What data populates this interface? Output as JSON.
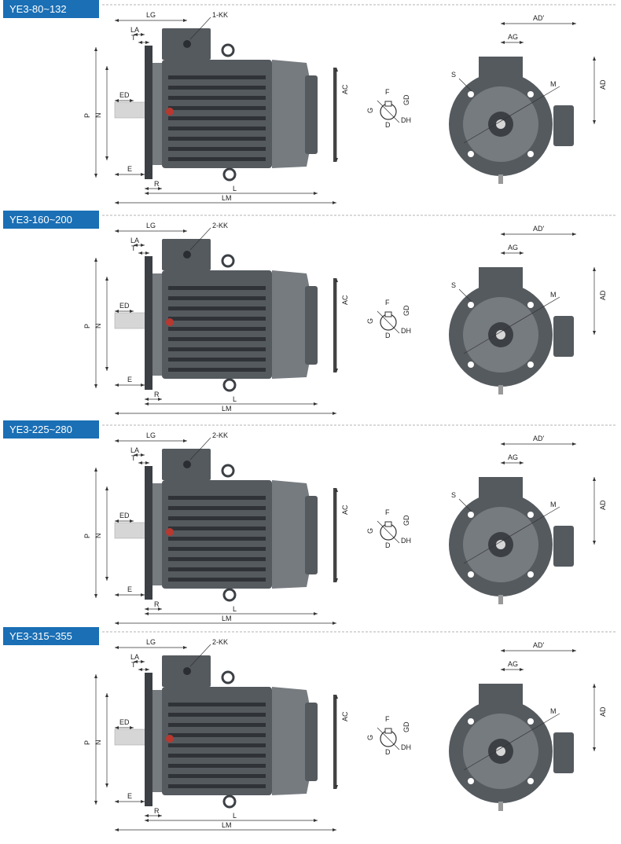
{
  "colors": {
    "header_bg": "#1a6fb5",
    "header_text": "#ffffff",
    "motor_body": "#555a5f",
    "motor_dark": "#3c4045",
    "motor_light": "#767b80",
    "shaft": "#d6d6d6",
    "dim_line": "#333333"
  },
  "sections": [
    {
      "title": "YE3-80~132",
      "kk_label": "1-KK",
      "side_labels": {
        "LG": "LG",
        "LA": "LA",
        "T": "T",
        "P": "P",
        "N": "N",
        "ED": "ED",
        "E": "E",
        "R": "R",
        "L": "L",
        "LM": "LM",
        "AC": "AC"
      },
      "shaft_labels": {
        "F": "F",
        "G": "G",
        "GD": "GD",
        "D": "D",
        "DH": "DH"
      },
      "front_labels": {
        "AD_prime": "AD'",
        "AG": "AG",
        "AD": "AD",
        "S": "S",
        "M": "M"
      }
    },
    {
      "title": "YE3-160~200",
      "kk_label": "2-KK",
      "side_labels": {
        "LG": "LG",
        "LA": "LA",
        "T": "T",
        "P": "P",
        "N": "N",
        "ED": "ED",
        "E": "E",
        "R": "R",
        "L": "L",
        "LM": "LM",
        "AC": "AC"
      },
      "shaft_labels": {
        "F": "F",
        "G": "G",
        "GD": "GD",
        "D": "D",
        "DH": "DH"
      },
      "front_labels": {
        "AD_prime": "AD'",
        "AG": "AG",
        "AD": "AD",
        "S": "S",
        "M": "M"
      }
    },
    {
      "title": "YE3-225~280",
      "kk_label": "2-KK",
      "side_labels": {
        "LG": "LG",
        "LA": "LA",
        "T": "T",
        "P": "P",
        "N": "N",
        "ED": "ED",
        "E": "E",
        "R": "R",
        "L": "L",
        "LM": "LM",
        "AC": "AC"
      },
      "shaft_labels": {
        "F": "F",
        "G": "G",
        "GD": "GD",
        "D": "D",
        "DH": "DH"
      },
      "front_labels": {
        "AD_prime": "AD'",
        "AG": "AG",
        "AD": "AD",
        "S": "S",
        "M": "M"
      }
    },
    {
      "title": "YE3-315~355",
      "kk_label": "2-KK",
      "side_labels": {
        "LG": "LG",
        "LA": "LA",
        "T": "T",
        "P": "P",
        "N": "N",
        "ED": "ED",
        "E": "E",
        "R": "R",
        "L": "L",
        "LM": "LM",
        "AC": "AC"
      },
      "shaft_labels": {
        "F": "F",
        "G": "G",
        "GD": "GD",
        "D": "D",
        "DH": "DH"
      },
      "front_labels": {
        "AD_prime": "AD'",
        "AG": "AG",
        "AD": "AD",
        "M": "M"
      }
    }
  ]
}
